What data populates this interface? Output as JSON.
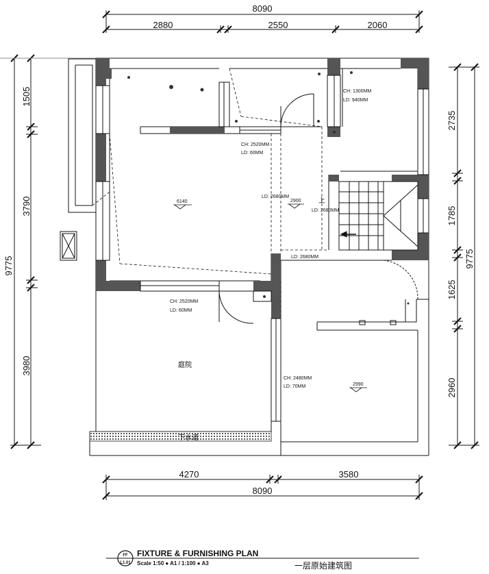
{
  "dimensions": {
    "top_total": "8090",
    "top_segments": [
      "2880",
      "2550",
      "2060"
    ],
    "bottom_segments": [
      "4270",
      "3580"
    ],
    "bottom_total": "8090",
    "left_total": "9775",
    "left_segments": [
      "1505",
      "3790",
      "3980"
    ],
    "right_total": "9775",
    "right_segments": [
      "2735",
      "1785",
      "1625",
      "2960"
    ]
  },
  "annotations": {
    "living_ch": "CH: 2520MM",
    "living_ld": "LD: 60MM",
    "kitchen_ch": "CH: 1300MM",
    "kitchen_ld": "LD: 940MM",
    "ld_2680_a": "LD: 2680MM",
    "ld_2680_b": "LD: 2680MM",
    "ld_2680_c": "LD: 2680MM",
    "level_6140": "6140",
    "level_2900": "2900",
    "stair_up": "上",
    "court_ch": "CH: 2520MM",
    "court_ld": "LD: 60MM",
    "courtyard_label": "庭院",
    "drain_label": "下水道",
    "right_ch": "CH: 2480MM",
    "right_ld": "LD: 70MM",
    "level_2990": "2990"
  },
  "title_block": {
    "badge_top": "FF",
    "badge_bottom": "L1.01",
    "title": "FIXTURE & FURNISHING PLAN",
    "scale": "Scale 1:50 ● A1 / 1:100 ● A3",
    "chinese_title": "一层原始建筑图"
  }
}
